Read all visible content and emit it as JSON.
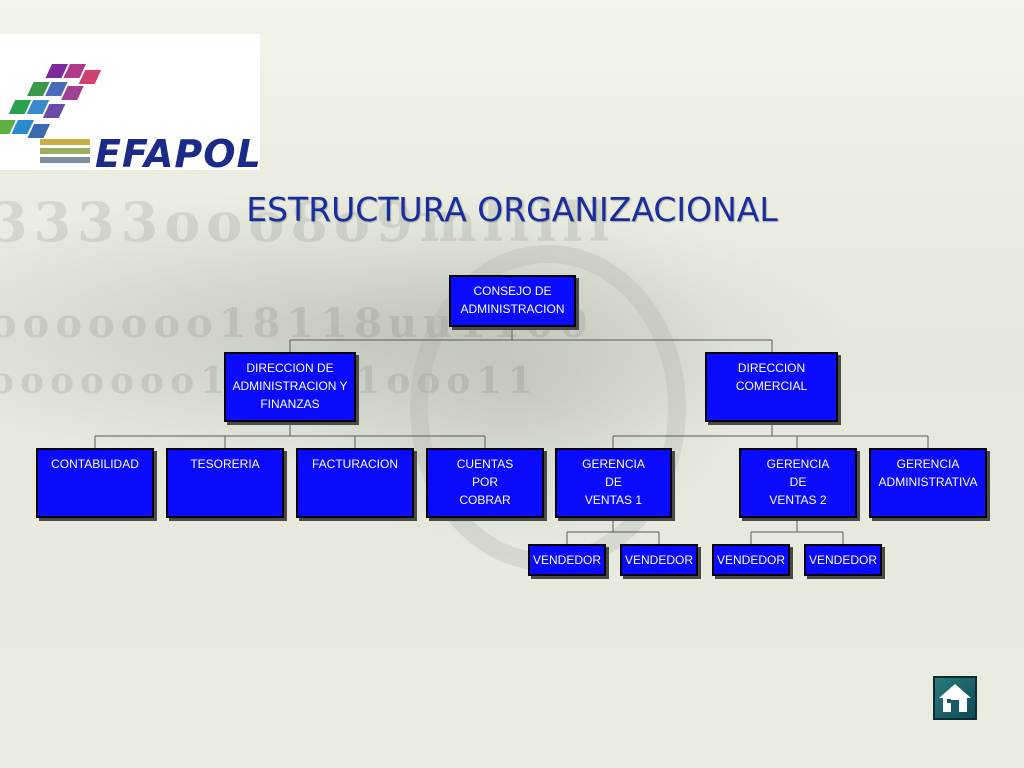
{
  "logo": {
    "text": "EFAPOL"
  },
  "title": "ESTRUCTURA ORGANIZACIONAL",
  "org": {
    "consejo": [
      "CONSEJO DE",
      "ADMINISTRACION"
    ],
    "dir_admin": [
      "DIRECCION DE",
      "ADMINISTRACION Y",
      "FINANZAS"
    ],
    "dir_comercial": [
      "DIRECCION",
      "COMERCIAL"
    ],
    "contabilidad": [
      "CONTABILIDAD"
    ],
    "tesoreria": [
      "TESORERIA"
    ],
    "facturacion": [
      "FACTURACION"
    ],
    "cuentas": [
      "CUENTAS",
      "POR",
      "COBRAR"
    ],
    "gerencia1": [
      "GERENCIA",
      "DE",
      "VENTAS 1"
    ],
    "gerencia2": [
      "GERENCIA",
      "DE",
      "VENTAS 2"
    ],
    "gerencia_admin": [
      "GERENCIA",
      "ADMINISTRATIVA"
    ],
    "vendedor1": [
      "VENDEDOR"
    ],
    "vendedor2": [
      "VENDEDOR"
    ],
    "vendedor3": [
      "VENDEDOR"
    ],
    "vendedor4": [
      "VENDEDOR"
    ]
  },
  "colors": {
    "box_fill": "#0a0aff",
    "title": "#1a2d9e",
    "line": "#5a5a5a"
  },
  "home": {
    "icon": "home-icon"
  }
}
